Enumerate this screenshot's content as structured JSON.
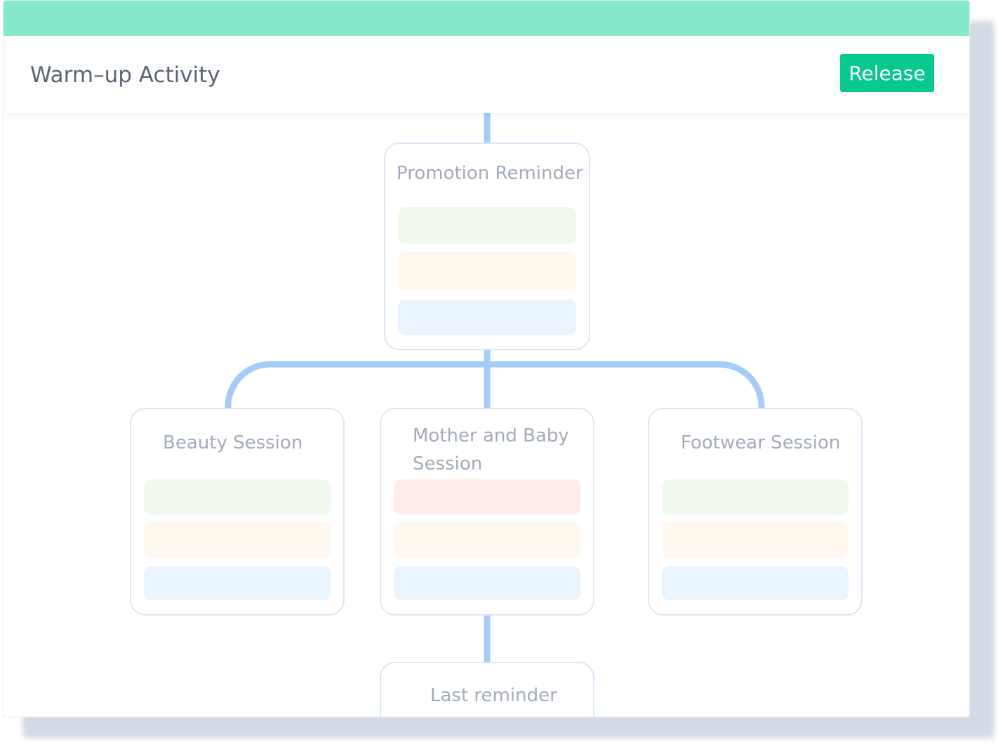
{
  "header": {
    "title": "Warm–up Activity",
    "release_label": "Release"
  },
  "colors": {
    "top_bar": "#84e8ca",
    "accent": "#05c98e",
    "connector": "#a5ccf8",
    "node_border": "#dce6f6",
    "bar_green": "#f1f9ef",
    "bar_orange": "#fef8ee",
    "bar_blue": "#eaf4fd",
    "bar_red": "#feeceb"
  },
  "flow": {
    "root": {
      "label": "Promotion Reminder"
    },
    "sessions": [
      {
        "label": "Beauty Session"
      },
      {
        "label": "Mother and Baby Session"
      },
      {
        "label": "Footwear Session"
      }
    ],
    "final": {
      "label": "Last reminder"
    }
  }
}
